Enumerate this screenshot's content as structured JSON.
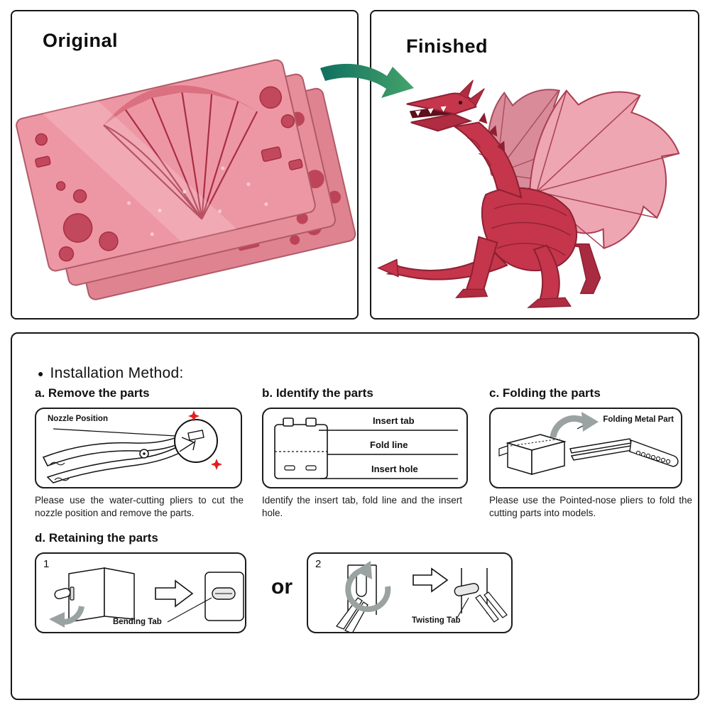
{
  "panels": {
    "original_label": "Original",
    "finished_label": "Finished"
  },
  "instructions": {
    "bullet": "●",
    "title": "Installation Method:",
    "steps": {
      "a": {
        "heading": "a. Remove the parts",
        "caption": "Please use the water-cutting pliers to cut the nozzle position and remove the parts.",
        "labels": {
          "nozzle": "Nozzle Position"
        }
      },
      "b": {
        "heading": "b. Identify the parts",
        "caption": "Identify the insert tab, fold line and the insert hole.",
        "labels": {
          "insert_tab": "Insert tab",
          "fold_line": "Fold line",
          "insert_hole": "Insert hole"
        }
      },
      "c": {
        "heading": "c. Folding the parts",
        "caption": "Please use the Pointed-nose pliers to fold the cutting parts into models.",
        "labels": {
          "folding_metal_part": "Folding Metal Part"
        }
      },
      "d": {
        "heading": "d. Retaining the parts",
        "or_label": "or",
        "panel1": {
          "number": "1",
          "label": "Bending Tab"
        },
        "panel2": {
          "number": "2",
          "label": "Twisting Tab"
        }
      }
    }
  },
  "colors": {
    "sheet_pink": "#ee97a4",
    "cut_pattern_red": "#a82e42",
    "dragon_body_red": "#c5354b",
    "dragon_wing_pink": "#eda6b2",
    "arrow_gradient_start": "#0f6f60",
    "arrow_gradient_end": "#45a36a",
    "spark_red": "#e51d1d",
    "motion_arrow_gray": "#9aa2a2"
  }
}
